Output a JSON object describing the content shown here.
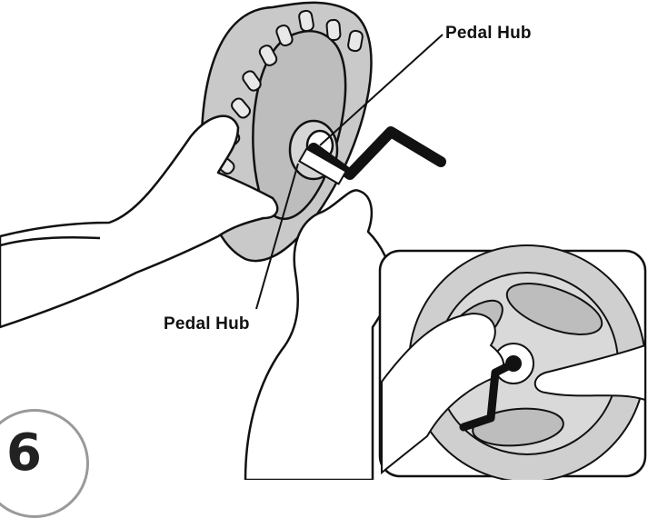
{
  "labels": {
    "pedal_hub_top": "Pedal Hub",
    "pedal_hub_bottom": "Pedal Hub"
  },
  "step": {
    "number": "6"
  },
  "colors": {
    "tire": "#c8c8c8",
    "hub": "#bdbdbd",
    "line": "#111111",
    "step_circle": "#9a9a9a"
  },
  "icons": [
    "hex-key-icon"
  ]
}
